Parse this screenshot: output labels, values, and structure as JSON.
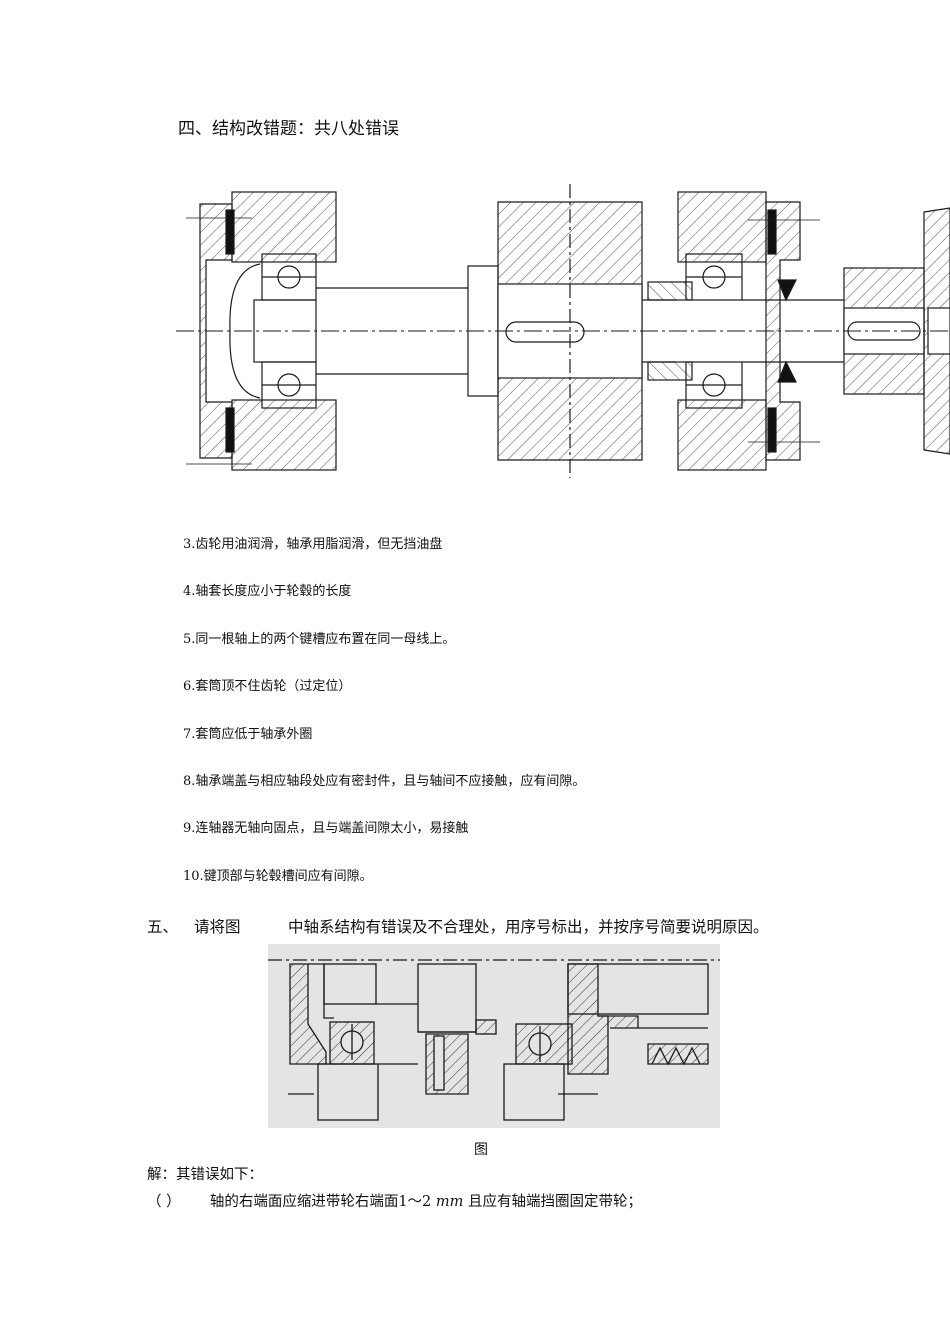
{
  "section4": {
    "title": "四、结构改错题：共八处错误"
  },
  "errors": [
    "3.齿轮用油润滑，轴承用脂润滑，但无挡油盘",
    "4.轴套长度应小于轮毂的长度",
    "5.同一根轴上的两个键槽应布置在同一母线上。",
    "6.套筒顶不住齿轮（过定位）",
    "7.套筒应低于轴承外圈",
    "8.轴承端盖与相应轴段处应有密封件，且与轴间不应接触，应有间隙。",
    "9.连轴器无轴向固点，且与端盖间隙太小，易接触",
    "10.键顶部与轮毂槽间应有间隙。"
  ],
  "section5": {
    "number": "五、",
    "lead": "请将图",
    "question": "中轴系结构有错误及不合理处，用序号标出，并按序号简要说明原因。",
    "figure_caption": "图"
  },
  "answer": {
    "intro": "解：其错误如下：",
    "paren": "（ ）",
    "line1": "轴的右端面应缩进带轮右端面1～2",
    "unit": "mm",
    "line1_end": "且应有轴端挡圈固定带轮；"
  },
  "colors": {
    "text": "#111111",
    "line": "#1a1a1a",
    "hatch": "#444444",
    "photo_bg": "#e4e4e4"
  }
}
